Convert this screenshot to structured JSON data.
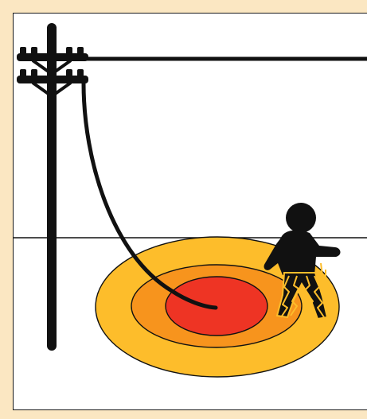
{
  "scene": {
    "icon": "step-potential-hazard-illustration",
    "elements": {
      "pole": "utility-pole-icon",
      "wire": "downed-power-line",
      "ground_zone": "electrified-ground-rings",
      "person": "person-walking-icon",
      "shock": "electric-shock-effect"
    },
    "colors": {
      "frame_background": "#fbe7c2",
      "panel_background": "#ffffff",
      "outline": "#111111",
      "ring_outer": "#fdbd2b",
      "ring_middle": "#f7941d",
      "ring_inner": "#ee3424",
      "shock_glow": "#fdbd2b"
    }
  }
}
